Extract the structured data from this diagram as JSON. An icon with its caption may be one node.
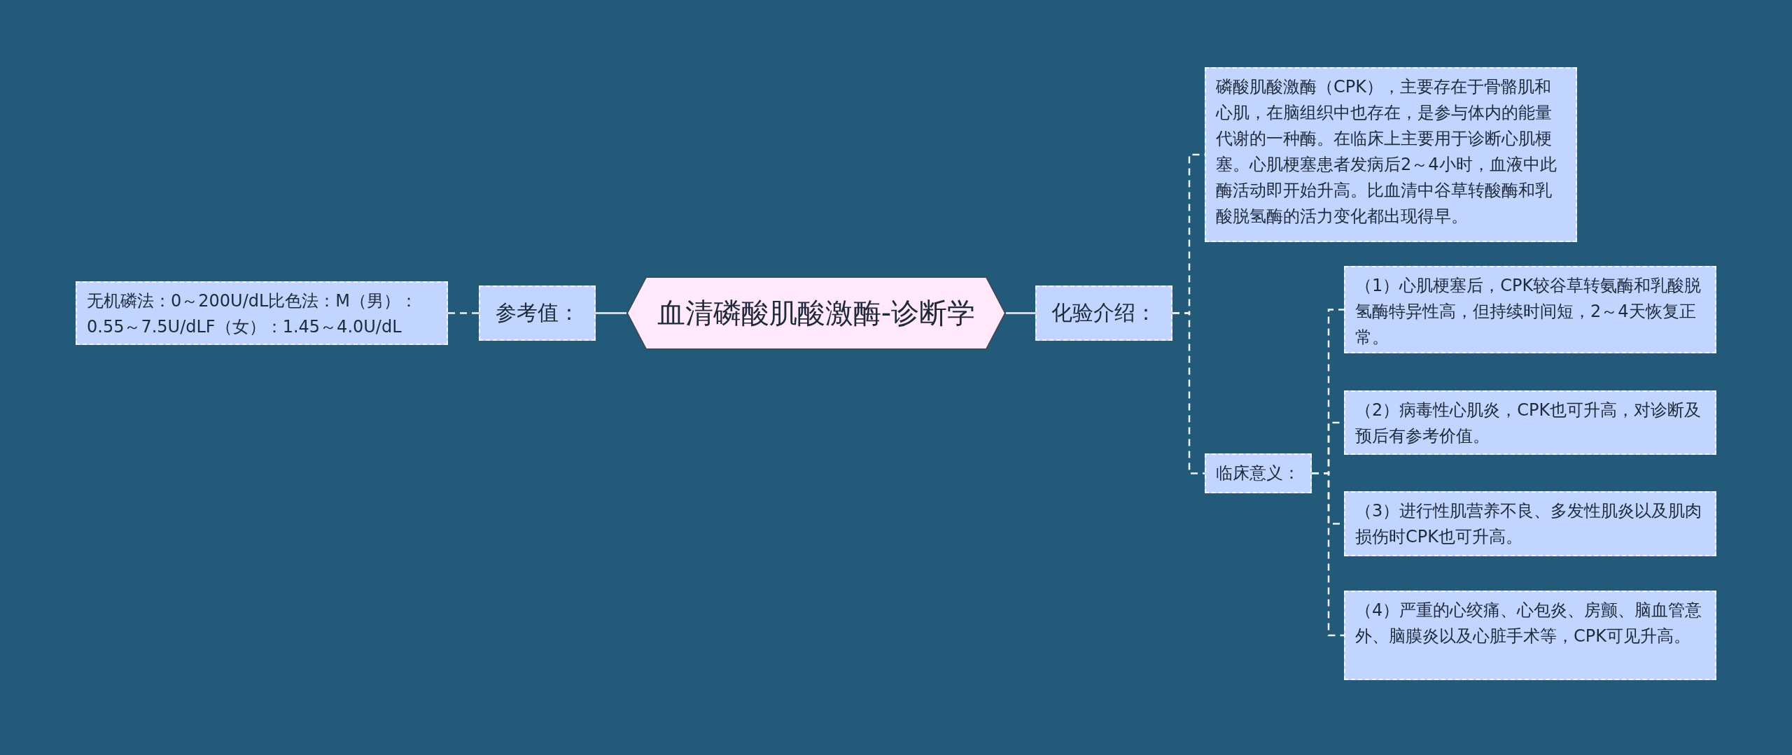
{
  "diagram": {
    "nodes": [
      {
        "text": [
          "血清磷酸肌酸激酶-诊断学"
        ]
      },
      {
        "text": [
          "参考值："
        ]
      },
      {
        "text": [
          "无机磷法：0～200U/dL比色法：M（男）：0.55～7.5U/dLF（女）：1.45～4.0U/dL"
        ]
      },
      {
        "text": [
          "化验介绍："
        ]
      },
      {
        "text": [
          "磷酸肌酸激酶（CPK），主要存在于骨骼肌和心肌，在脑组织中也存在，是参与体内的能量代谢的一种酶。在临床上主要用于诊断心肌梗塞。心肌梗塞患者发病后2～4小时，血液中此酶活动即开始升高。比血清中谷草转酸酶和乳酸脱氢酶的活力变化都出现得早。"
        ]
      },
      {
        "text": [
          "临床意义："
        ]
      },
      {
        "text": [
          "（1）心肌梗塞后，CPK较谷草转氨酶和乳酸脱氢酶特异性高，但持续时间短，2～4天恢复正常。"
        ]
      },
      {
        "text": [
          "（2）病毒性心肌炎，CPK也可升高，对诊断及预后有参考价值。"
        ]
      },
      {
        "text": [
          "（3）进行性肌营养不良、多发性肌炎以及肌肉损伤时CPK也可升高。"
        ]
      },
      {
        "text": [
          "（4）严重的心绞痛、心包炎、房颤、脑血管意外、脑膜炎以及心脏手术等，CPK可见升高。"
        ]
      }
    ],
    "edges": [
      {
        "from": 0,
        "to": 1,
        "arrow": "none"
      },
      {
        "from": 1,
        "to": 2,
        "arrow": "none",
        "style": "dashed"
      },
      {
        "from": 0,
        "to": 3,
        "arrow": "none"
      },
      {
        "from": 3,
        "to": 4,
        "arrow": "none",
        "style": "dashed"
      },
      {
        "from": 3,
        "to": 5,
        "arrow": "none",
        "style": "dashed"
      },
      {
        "from": 5,
        "to": 6,
        "arrow": "none",
        "style": "dashed"
      },
      {
        "from": 5,
        "to": 7,
        "arrow": "none",
        "style": "dashed"
      },
      {
        "from": 5,
        "to": 8,
        "arrow": "none",
        "style": "dashed"
      },
      {
        "from": 5,
        "to": 9,
        "arrow": "none",
        "style": "dashed"
      }
    ]
  }
}
